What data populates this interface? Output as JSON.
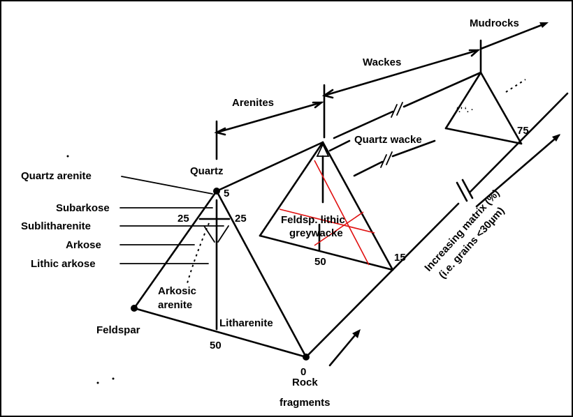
{
  "labels": {
    "mudrocks": "Mudrocks",
    "wackes": "Wackes",
    "arenites": "Arenites",
    "quartz": "Quartz",
    "quartz_arenite": "Quartz arenite",
    "subarkose": "Subarkose",
    "sublitharenite": "Sublitharenite",
    "arkose": "Arkose",
    "lithic_arkose": "Lithic arkose",
    "arkosic_line1": "Arkosic",
    "arkosic_line2": "arenite",
    "litharenite": "Litharenite",
    "feldspar": "Feldspar",
    "rock_line1": "Rock",
    "rock_line2": "fragments",
    "quartz_wacke": "Quartz wacke",
    "greywacke_line1": "Feldsp. lithic",
    "greywacke_line2": "greywacke",
    "matrix_line1": "Increasing matrix (%)",
    "matrix_line2": "(i.e. grains <30µm)",
    "faint_marks": "‘.' ‘. ·"
  },
  "numbers": {
    "n5": "5",
    "n25_left": "25",
    "n25_right": "25",
    "n50_front": "50",
    "n0": "0",
    "n50_mid": "50",
    "n15": "15",
    "n75": "75"
  },
  "colors": {
    "ink": "#000000",
    "cross_mark": "#e01010"
  }
}
